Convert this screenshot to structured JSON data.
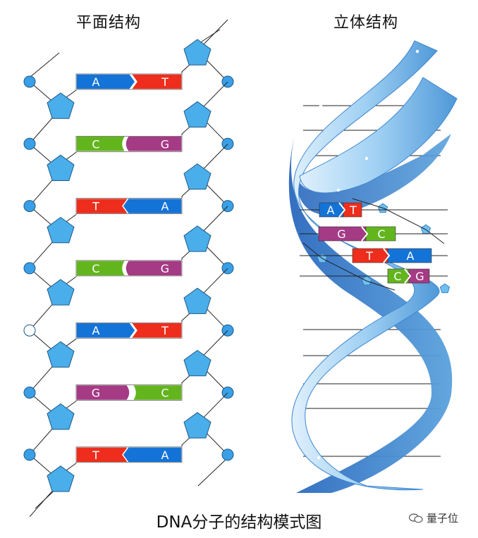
{
  "titles": {
    "planar": "平面结构",
    "helix": "立体结构",
    "caption": "DNA分子的结构模式图"
  },
  "watermark": {
    "text": "量子位",
    "icon": "wechat-bubble-icon"
  },
  "colors": {
    "A": "#1473d6",
    "T": "#ee2d1c",
    "C": "#63b51e",
    "G": "#a53a85",
    "sugar": "#4aaeea",
    "phosphate": "#3a9fe6",
    "ribbon_light": "#a9d6f5",
    "ribbon_dark": "#2f72c4"
  },
  "planar_pairs": [
    {
      "left": "A",
      "right": "T"
    },
    {
      "left": "C",
      "right": "G"
    },
    {
      "left": "T",
      "right": "A"
    },
    {
      "left": "C",
      "right": "G"
    },
    {
      "left": "A",
      "right": "T"
    },
    {
      "left": "G",
      "right": "C"
    },
    {
      "left": "T",
      "right": "A"
    }
  ],
  "helix_pairs": [
    {
      "left": "A",
      "right": "T"
    },
    {
      "left": "G",
      "right": "C"
    },
    {
      "left": "T",
      "right": "A"
    },
    {
      "left": "C",
      "right": "G"
    }
  ],
  "open_phosphate_row": 4
}
